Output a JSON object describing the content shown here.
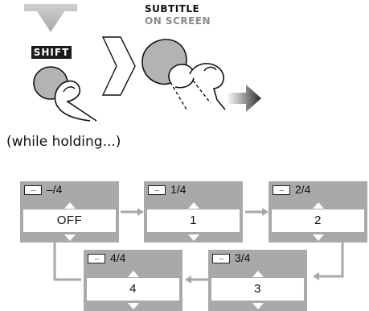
{
  "top_section": {
    "shift_label": "SHIFT",
    "subtitle_label": "SUBTITLE",
    "on_screen_label": "ON SCREEN",
    "holding_note": "(while holding...)"
  },
  "sequence": {
    "panels": [
      {
        "counter": "–/4",
        "value": "OFF"
      },
      {
        "counter": "1/4",
        "value": "1"
      },
      {
        "counter": "2/4",
        "value": "2"
      },
      {
        "counter": "3/4",
        "value": "3"
      },
      {
        "counter": "4/4",
        "value": "4"
      }
    ],
    "icon_glyph": "....",
    "icon_name": "subtitle-icon"
  },
  "colors": {
    "panel_gray": "#a9a9a9",
    "arrow_gray": "#a8a8a8",
    "button_gray": "#b3b3b3"
  }
}
